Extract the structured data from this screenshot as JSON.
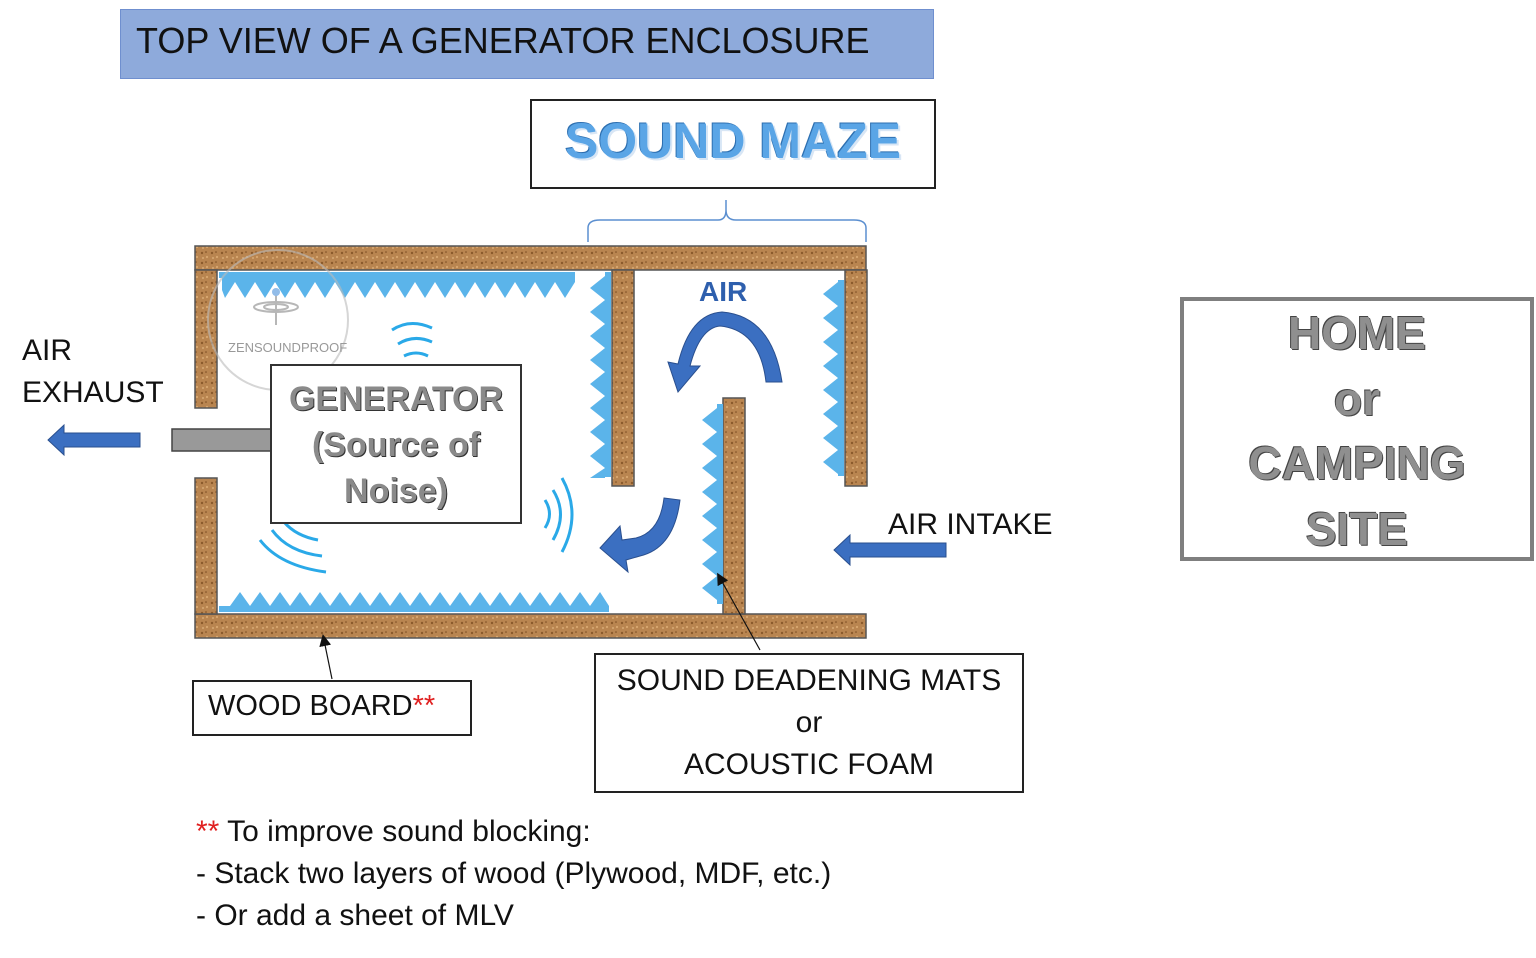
{
  "title": "TOP VIEW OF A GENERATOR ENCLOSURE",
  "maze_label": "SOUND MAZE",
  "destination": {
    "line1": "HOME",
    "line2": "or",
    "line3": "CAMPING",
    "line4": "SITE"
  },
  "generator": {
    "line1": "GENERATOR",
    "line2": "(Source of",
    "line3": "Noise)"
  },
  "air_label": "AIR",
  "air_exhaust": {
    "line1": "AIR",
    "line2": "EXHAUST"
  },
  "air_intake": "AIR INTAKE",
  "wood_board": {
    "label": "WOOD BOARD",
    "marker": "**"
  },
  "mats": {
    "line1": "SOUND DEADENING MATS",
    "line2": "or",
    "line3": "ACOUSTIC FOAM"
  },
  "notes": {
    "marker": "**",
    "heading": " To improve sound blocking:",
    "items": [
      "- Stack two layers of wood (Plywood, MDF, etc.)",
      "- Or add a sheet of MLV"
    ]
  },
  "logo_text": "ZENSOUNDPROOF",
  "colors": {
    "wood": "#b07a45",
    "foam": "#5bb4ea",
    "arrow": "#3b6fc1",
    "title_bg": "#8eaadb",
    "maze_text": "#5aa5e6"
  },
  "icons": [
    "sound-wave-icon",
    "air-flow-arrow-icon",
    "logo-icon"
  ]
}
